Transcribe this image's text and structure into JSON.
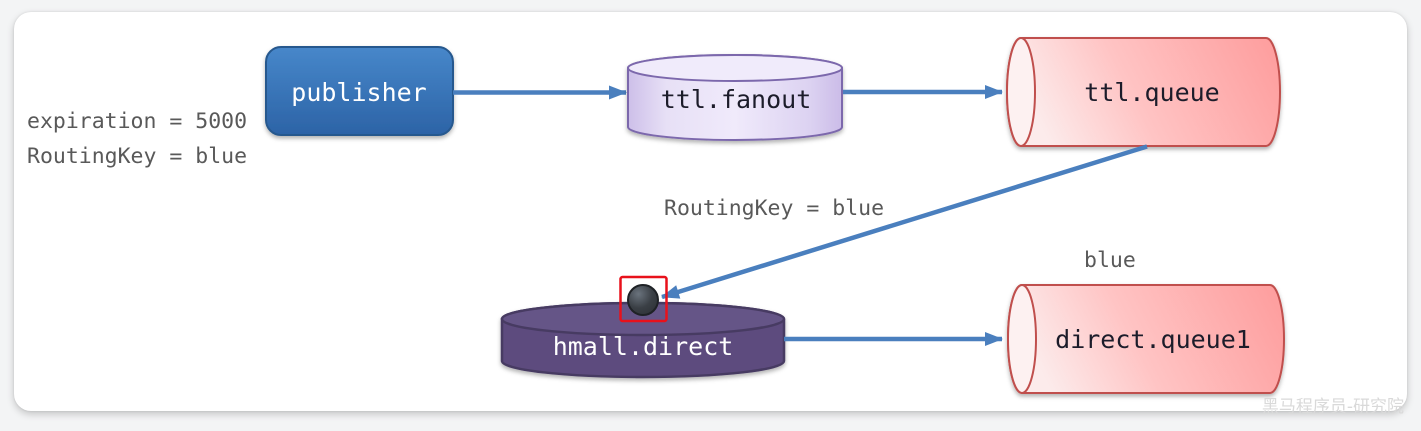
{
  "diagram": {
    "publisher": {
      "label": "publisher"
    },
    "ttl_fanout_exchange": {
      "label": "ttl.fanout"
    },
    "ttl_queue": {
      "label": "ttl.queue"
    },
    "hmall_direct_exchange": {
      "label": "hmall.direct"
    },
    "direct_queue1": {
      "label": "direct.queue1"
    },
    "labels": {
      "expiration": "expiration = 5000",
      "routing_key_publisher": "RoutingKey = blue",
      "routing_key_dead_letter": "RoutingKey = blue",
      "binding_key": "blue"
    },
    "watermark": "黑马程序员-研究院",
    "colors": {
      "arrow": "#4a7fbe",
      "publisher_border": "#27588e",
      "fanout_border": "#7b67ac",
      "queue_border": "#c0504d",
      "direct_exchange_border": "#473a62",
      "highlight_box": "#e8111b",
      "label_text": "#595959"
    }
  }
}
